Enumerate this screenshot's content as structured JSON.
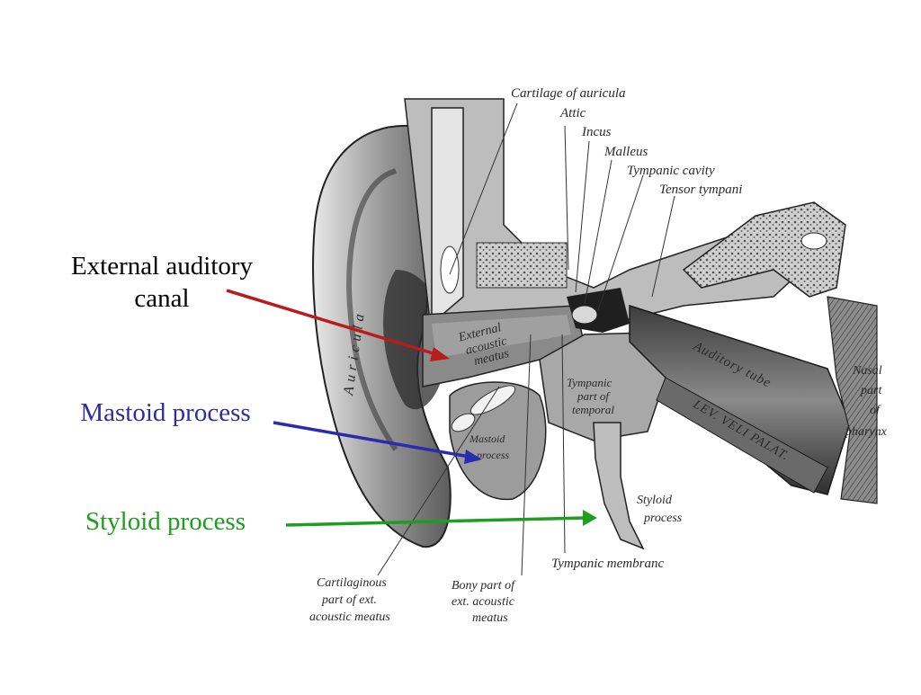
{
  "callouts": {
    "canal_line1": "External auditory",
    "canal_line2": "canal",
    "mastoid": "Mastoid process",
    "styloid": "Styloid process"
  },
  "arrow_colors": {
    "canal": "#b81c1c",
    "mastoid": "#2b2bb0",
    "styloid": "#1e9e1e"
  },
  "anatomy_labels": {
    "cartilage_auricula": "Cartilage of auricula",
    "attic": "Attic",
    "incus": "Incus",
    "malleus": "Malleus",
    "tympanic_cavity": "Tympanic cavity",
    "tensor_tympani": "Tensor tympani",
    "auricula": "Auricula",
    "external_acoustic_meatus": [
      "External",
      "acoustic",
      "meatus"
    ],
    "mastoid_process": [
      "Mastoid",
      "process"
    ],
    "tympanic_part_temporal": [
      "Tympanic",
      "part of",
      "temporal"
    ],
    "auditory_tube": "Auditory tube",
    "lev_veli_palat": "LEV. VELI PALAT.",
    "nasal_part_pharynx": [
      "Nasal",
      "part",
      "of",
      "pharynx"
    ],
    "styloid_process": [
      "Styloid",
      "process"
    ],
    "tympanic_membrane": "Tympanic membranc",
    "cartilaginous_part": [
      "Cartilaginous",
      "part of ext.",
      "acoustic meatus"
    ],
    "bony_part": [
      "Bony part of",
      "ext. acoustic",
      "meatus"
    ]
  }
}
